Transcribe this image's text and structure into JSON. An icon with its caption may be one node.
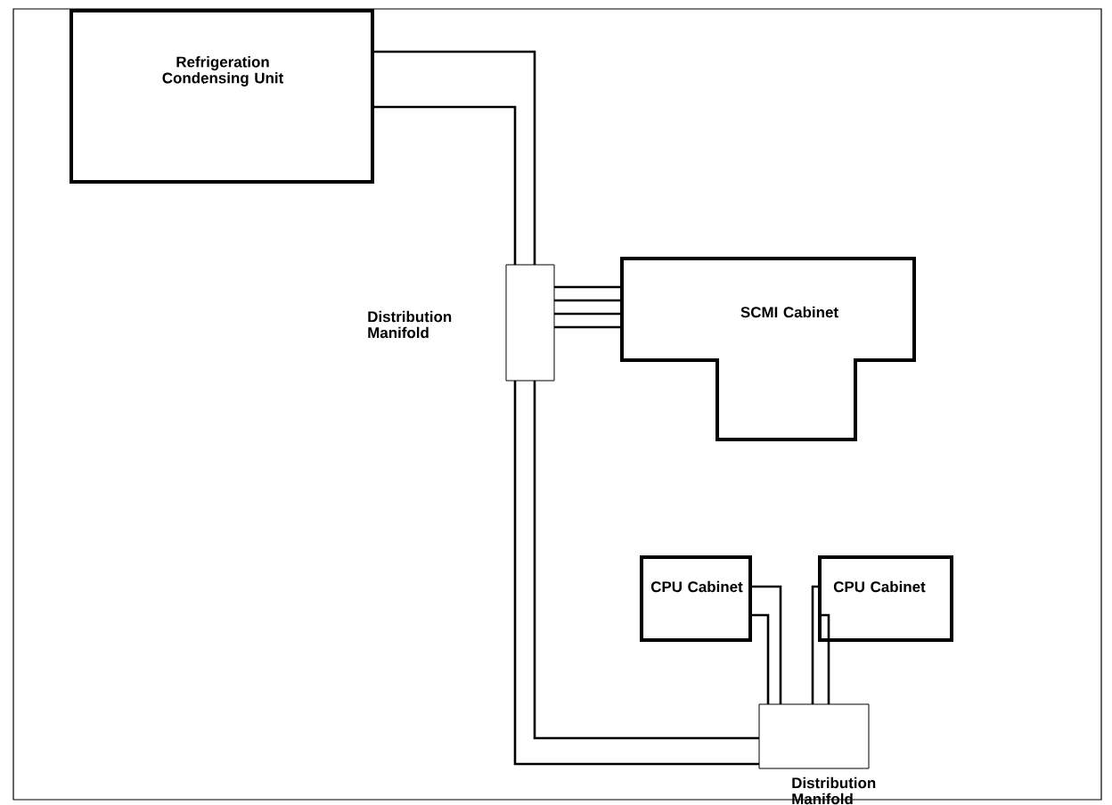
{
  "diagram": {
    "nodes": [
      {
        "text": [
          "Refrigeration Condensing Unit"
        ]
      },
      {
        "text": [
          "Distribution Manifold"
        ]
      },
      {
        "text": [
          "SCMI Cabinet"
        ]
      },
      {
        "text": [
          "CPU Cabinet"
        ]
      },
      {
        "text": [
          "CPU Cabinet"
        ]
      },
      {
        "text": [
          "Distribution Manifold"
        ]
      }
    ],
    "edges": [
      {
        "from": 0,
        "to": 1,
        "arrow": "none"
      },
      {
        "from": 0,
        "to": 1,
        "arrow": "none"
      },
      {
        "from": 1,
        "to": 2,
        "arrow": "none"
      },
      {
        "from": 1,
        "to": 2,
        "arrow": "none"
      },
      {
        "from": 1,
        "to": 2,
        "arrow": "none"
      },
      {
        "from": 1,
        "to": 2,
        "arrow": "none"
      },
      {
        "from": 1,
        "to": 5,
        "arrow": "none"
      },
      {
        "from": 1,
        "to": 5,
        "arrow": "none"
      },
      {
        "from": 3,
        "to": 5,
        "arrow": "none"
      },
      {
        "from": 3,
        "to": 5,
        "arrow": "none"
      },
      {
        "from": 4,
        "to": 5,
        "arrow": "none"
      },
      {
        "from": 4,
        "to": 5,
        "arrow": "none"
      }
    ]
  }
}
